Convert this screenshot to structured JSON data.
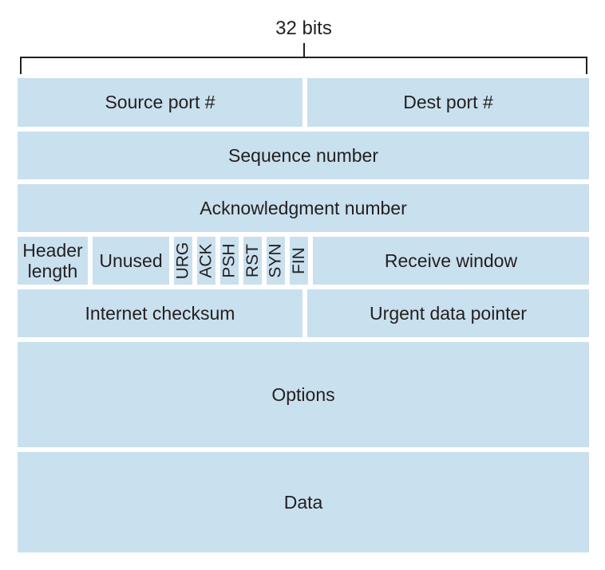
{
  "figure": {
    "title": "32 bits",
    "type": "tcp-segment-structure"
  },
  "colors": {
    "cell_bg": "#c9e0ee",
    "text": "#231f20",
    "line": "#231f20",
    "background": "#ffffff"
  },
  "rows": {
    "row1": {
      "source_port": "Source port #",
      "dest_port": "Dest port #"
    },
    "row2": {
      "label": "Sequence number"
    },
    "row3": {
      "label": "Acknowledgment number"
    },
    "row4": {
      "header_length": "Header length",
      "unused": "Unused",
      "flags": [
        "URG",
        "ACK",
        "PSH",
        "RST",
        "SYN",
        "FIN"
      ],
      "receive_window": "Receive window"
    },
    "row5": {
      "checksum": "Internet checksum",
      "urgent_pointer": "Urgent data pointer"
    },
    "row6": {
      "label": "Options"
    },
    "row7": {
      "label": "Data"
    }
  }
}
